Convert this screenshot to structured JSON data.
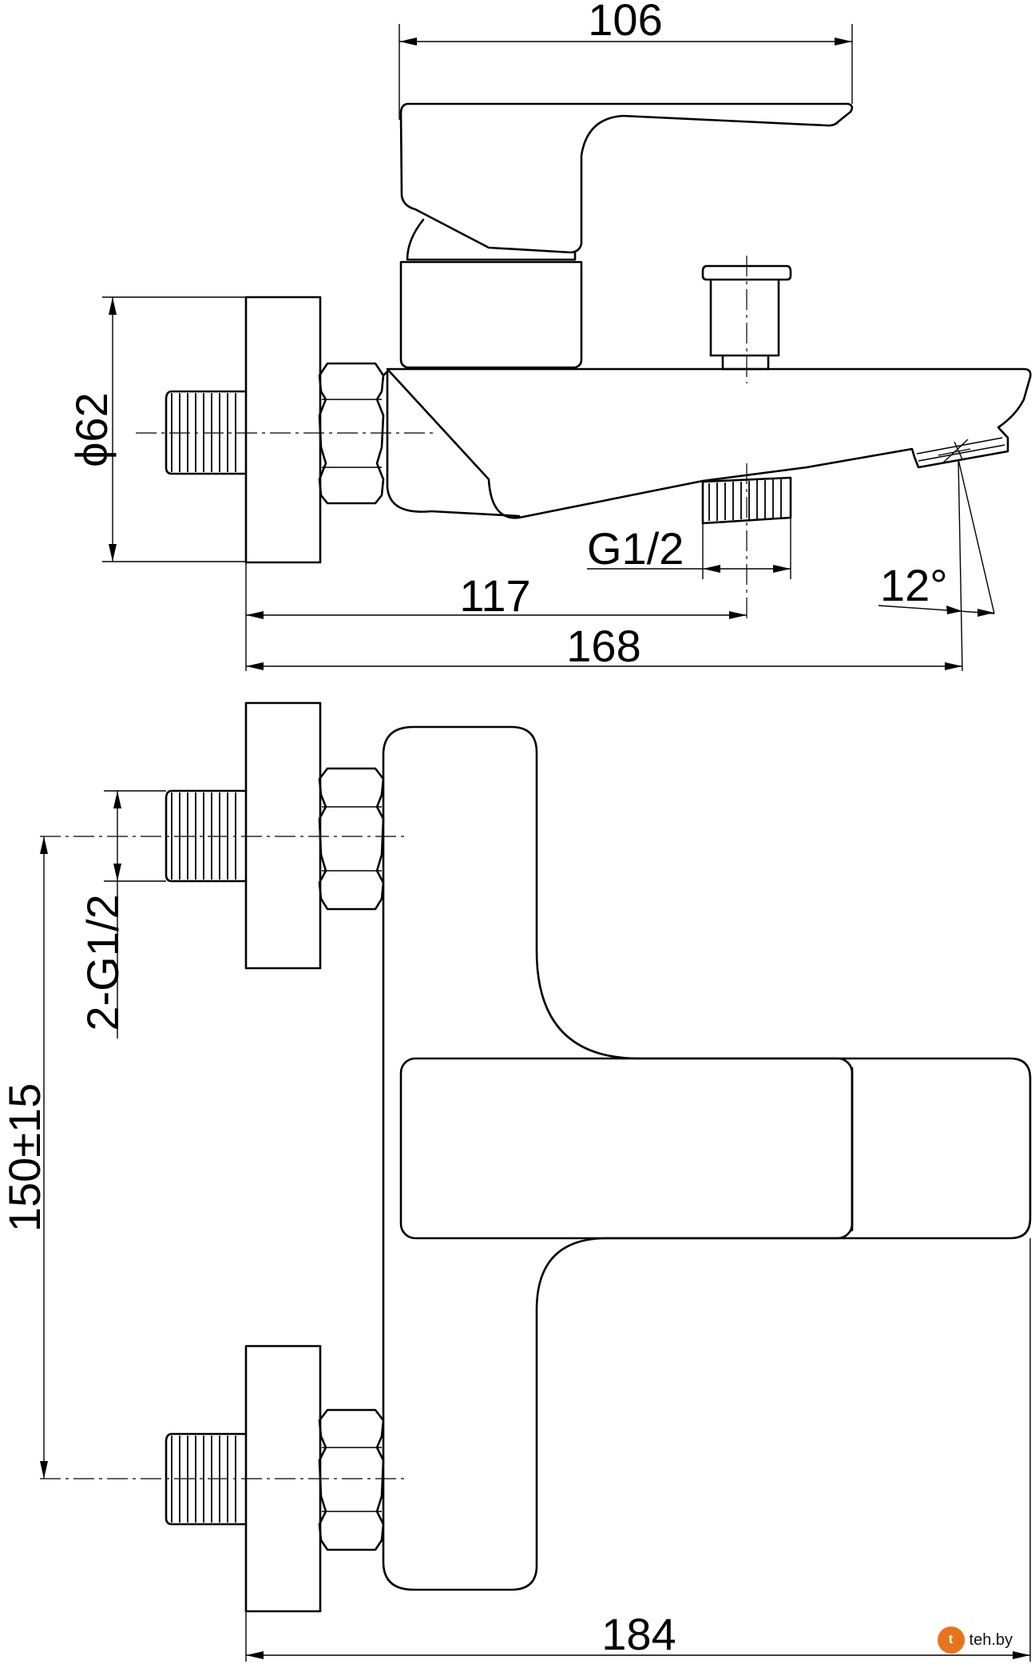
{
  "dimensions": {
    "top_width": "106",
    "diameter": "ϕ62",
    "outlet_thread": "G1/2",
    "angle": "12°",
    "spout_outlet_reach": "117",
    "overall_length": "168",
    "inlet_thread": "2-G1/2",
    "inlet_spacing": "150±15",
    "overall_width": "184"
  },
  "watermark": {
    "logo_text": "t",
    "site": "teh.by"
  }
}
